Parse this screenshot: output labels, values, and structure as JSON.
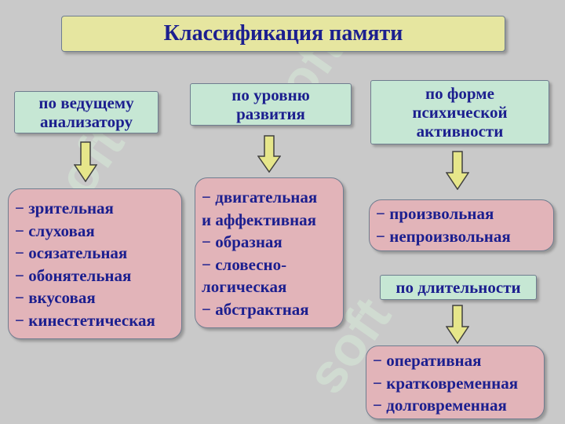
{
  "title": "Классификация памяти",
  "watermark": "soft",
  "colors": {
    "background": "#c9c9c9",
    "title_fill": "#e6e6a0",
    "category_fill": "#c6e7d4",
    "list_fill": "#e2b4b9",
    "text": "#1c1f8f",
    "arrow_fill": "#e6e68a"
  },
  "categories": [
    {
      "label": "по ведущему\nанализатору",
      "items": [
        "− зрительная",
        "− слуховая",
        "− осязательная",
        "− обонятельная",
        "− вкусовая",
        "− кинестетическая"
      ]
    },
    {
      "label": "по уровню\nразвития",
      "items": [
        "− двигательная",
        "и аффективная",
        "− образная",
        "− словесно-",
        "логическая",
        "− абстрактная"
      ]
    },
    {
      "label": "по форме\nпсихической\nактивности",
      "items": [
        "− произвольная",
        "− непроизвольная"
      ]
    },
    {
      "label": "по длительности",
      "items": [
        "− оперативная",
        "− кратковременная",
        "− долговременная"
      ]
    }
  ]
}
